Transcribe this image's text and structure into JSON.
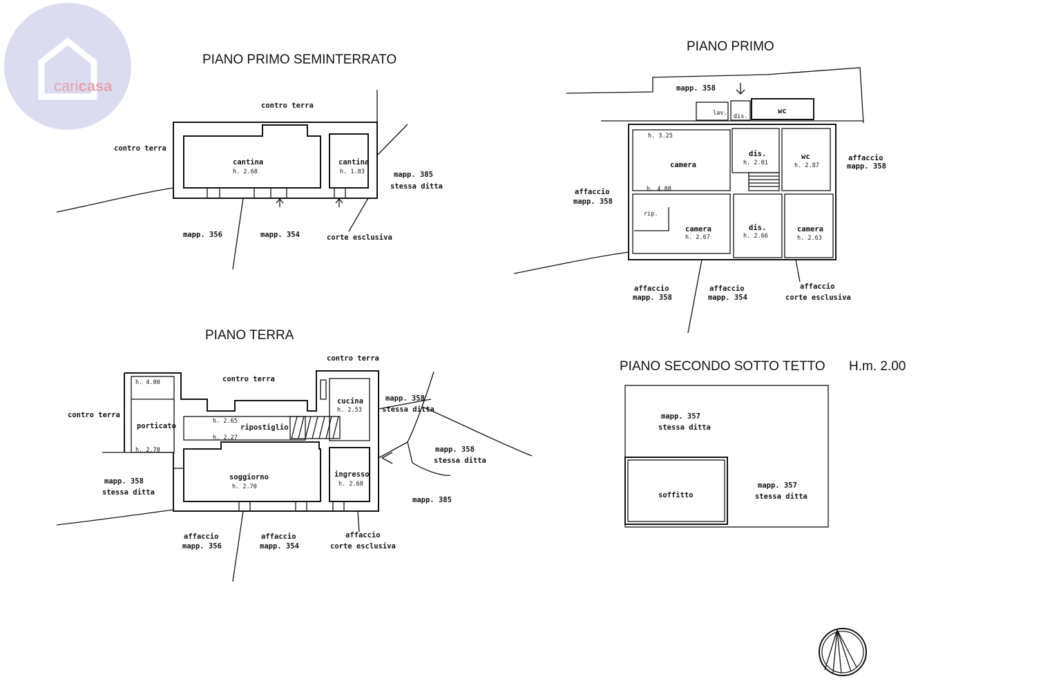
{
  "brand": {
    "name_left": "cari",
    "name_right": "casa",
    "color_circle": "#dcdcf0",
    "color_text": "#e4a4b0"
  },
  "plans": {
    "basement": {
      "title": "PIANO PRIMO SEMINTERRATO",
      "contro_terra_top": "contro terra",
      "contro_terra_left": "contro terra",
      "room1_name": "cantina",
      "room1_h": "h. 2.68",
      "room2_name": "cantina",
      "room2_h": "h. 1.83",
      "mapp385_a": "mapp. 385",
      "mapp385_b": "stessa ditta",
      "mapp356": "mapp. 356",
      "mapp354": "mapp. 354",
      "corte": "corte esclusiva"
    },
    "ground": {
      "title": "PIANO TERRA",
      "contro_terra_top": "contro terra",
      "contro_terra_mid": "contro terra",
      "contro_terra_left": "contro terra",
      "h400": "h. 4.00",
      "porticato": "porticato",
      "h278": "h. 2.78",
      "h265": "h. 2.65",
      "ripostiglio": "ripostiglio",
      "h227": "h. 2.27",
      "cucina": "cucina",
      "h253": "h. 2.53",
      "soggiorno": "soggiorno",
      "h270": "h. 2.70",
      "ingresso": "ingresso",
      "h268": "h. 2.68",
      "mapp358_a": "mapp. 358",
      "mapp358_b": "stessa ditta",
      "mapp358r_a": "mapp. 358",
      "mapp358r_b": "stessa ditta",
      "mapp358d_a": "mapp. 358",
      "mapp358d_b": "stessa ditta",
      "mapp385": "mapp. 385",
      "aff1_a": "affaccio",
      "aff1_b": "mapp. 356",
      "aff2_a": "affaccio",
      "aff2_b": "mapp. 354",
      "aff3_a": "affaccio",
      "aff3_b": "corte esclusiva"
    },
    "first": {
      "title": "PIANO PRIMO",
      "mapp358_top": "mapp. 358",
      "lav": "lav.",
      "dis_small": "dis.",
      "wc_top": "wc",
      "h325": "h. 3.25",
      "camera1": "camera",
      "h480": "h. 4.80",
      "dis1": "dis.",
      "h201": "h. 2.01",
      "wc": "wc",
      "h287": "h. 2.87",
      "aff_right_a": "affaccio",
      "aff_right_b": "mapp. 358",
      "aff_left_a": "affaccio",
      "aff_left_b": "mapp. 358",
      "rip": "rip.",
      "camera2": "camera",
      "h267": "h. 2.67",
      "dis2": "dis.",
      "h266": "h. 2.66",
      "camera3": "camera",
      "h263": "h. 2.63",
      "aff1_a": "affaccio",
      "aff1_b": "mapp. 358",
      "aff2_a": "affaccio",
      "aff2_b": "mapp. 354",
      "aff3_a": "affaccio",
      "aff3_b": "corte esclusiva"
    },
    "attic": {
      "title": "PIANO SECONDO SOTTO TETTO",
      "height": "H.m. 2.00",
      "mapp357_a": "mapp. 357",
      "mapp357_b": "stessa ditta",
      "soffitto": "soffitto",
      "mapp357r_a": "mapp. 357",
      "mapp357r_b": "stessa ditta"
    }
  },
  "north_arrow_icon": "north-arrow-icon"
}
